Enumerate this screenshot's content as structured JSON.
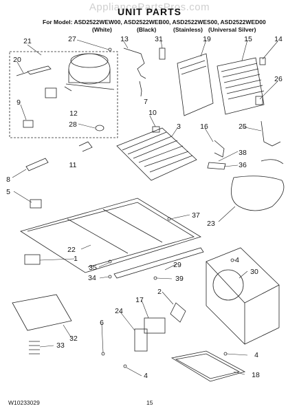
{
  "watermark": "AppliancePartsPros.com",
  "header": {
    "title": "UNIT PARTS",
    "models_line": "For Model: ASD2522WEW00, ASD2522WEB00, ASD2522WES00, ASD2522WED00",
    "variants": [
      "(White)",
      "(Black)",
      "(Stainless)",
      "(Universal Silver)"
    ]
  },
  "callouts": {
    "c21": "21",
    "c27": "27",
    "c13": "13",
    "c31": "31",
    "c19": "19",
    "c15": "15",
    "c14": "14",
    "c20": "20",
    "c26": "26",
    "c7": "7",
    "c9": "9",
    "c12": "12",
    "c10": "10",
    "c28": "28",
    "c3": "3",
    "c16": "16",
    "c25": "25",
    "c38": "38",
    "c11": "11",
    "c36": "36",
    "c8": "8",
    "c5": "5",
    "c37": "37",
    "c23": "23",
    "c22": "22",
    "c1": "1",
    "c35": "35",
    "c4a": "4",
    "c29": "29",
    "c30": "30",
    "c34": "34",
    "c39": "39",
    "c2": "2",
    "c17": "17",
    "c24": "24",
    "c6": "6",
    "c32": "32",
    "c33": "33",
    "c4b": "4",
    "c4c": "4",
    "c18": "18"
  },
  "footer": {
    "doc_code": "W10233029",
    "page_number": "15"
  }
}
